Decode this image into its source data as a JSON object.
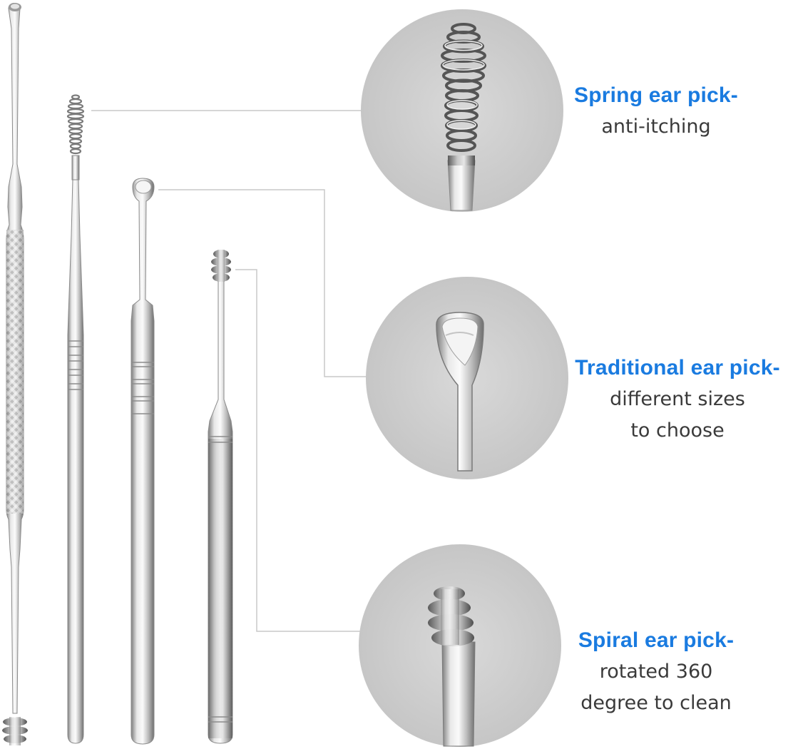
{
  "callouts": {
    "spring": {
      "title": "Spring ear pick-",
      "lines": [
        "anti-itching"
      ],
      "icon": "spring-coil-tip-icon"
    },
    "traditional": {
      "title": "Traditional ear pick-",
      "lines": [
        "different sizes",
        "to choose"
      ],
      "icon": "spoon-tip-icon"
    },
    "spiral": {
      "title": "Spiral ear pick-",
      "lines": [
        "rotated 360",
        "degree to clean"
      ],
      "icon": "spiral-tip-icon"
    }
  },
  "colors": {
    "title": "#1a7be0",
    "body_text": "#3a3a3a",
    "circle": "#cfcfcf",
    "steel_light": "#f2f2f2",
    "steel_mid": "#bdbdbd",
    "steel_dark": "#7a7a7a",
    "leader_line": "#c9c9c9"
  }
}
